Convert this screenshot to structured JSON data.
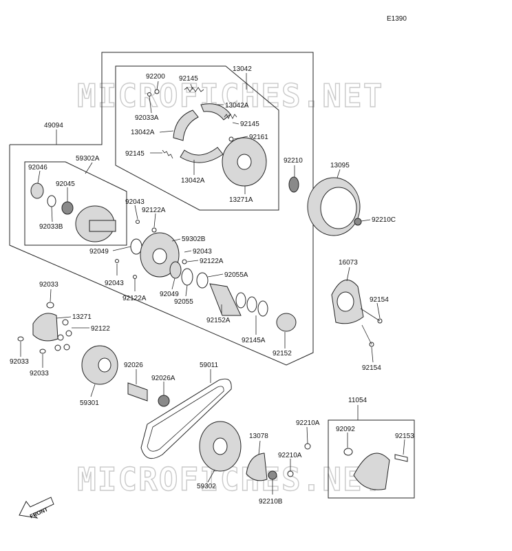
{
  "figure_code": "E1390",
  "watermarks": [
    "MICROFICHES.NET",
    "MICROFICHES.NET"
  ],
  "front_label": "FRONT",
  "parts": [
    "13042",
    "92200",
    "92145",
    "13042A",
    "92033A",
    "13042A",
    "92145",
    "92161",
    "92145",
    "13042A",
    "13271A",
    "92210",
    "13095",
    "92210C",
    "49094",
    "59302A",
    "92046",
    "92045",
    "92033B",
    "92043",
    "92122A",
    "59302B",
    "92049",
    "92043",
    "92122A",
    "92043",
    "92055A",
    "92122A",
    "92049",
    "92055",
    "92152A",
    "92145A",
    "92152",
    "16073",
    "92154",
    "92154",
    "92033",
    "13271",
    "92122",
    "92033",
    "92033",
    "59301",
    "92026",
    "92026A",
    "59011",
    "11054",
    "92092",
    "92153",
    "13078",
    "92210A",
    "92210A",
    "92210B",
    "59302"
  ]
}
